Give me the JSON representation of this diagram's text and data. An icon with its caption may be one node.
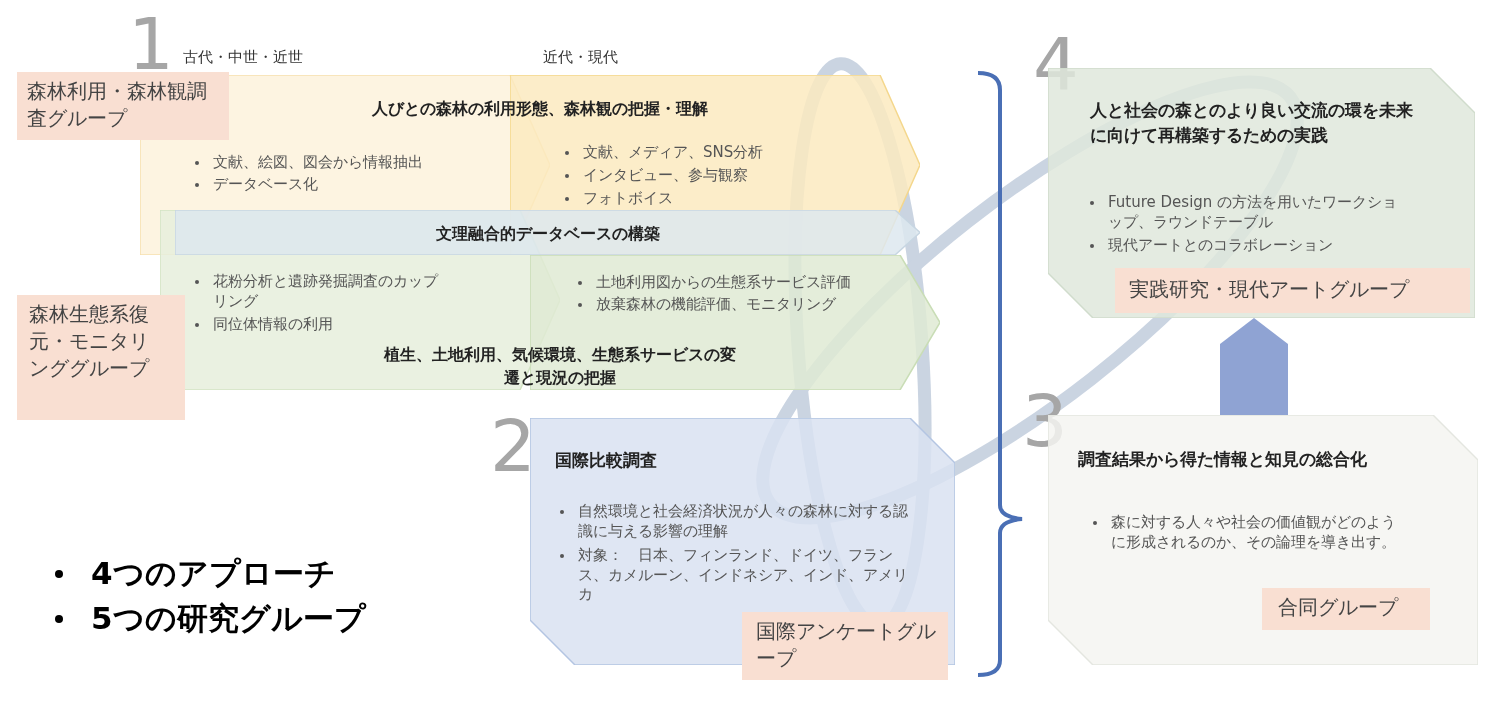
{
  "diagram": {
    "nodes": [
      {
        "text": [
          "文献、絵図、図会から情報抽出",
          "データベース化"
        ]
      },
      {
        "text": [
          "文献、メディア、SNS分析",
          "インタビュー、参与観察",
          "フォトボイス"
        ]
      },
      {
        "text": [
          "森林利用・森林観調査グループ"
        ]
      },
      {
        "text": [
          "花粉分析と遺跡発掘調査のカップリング",
          "同位体情報の利用"
        ]
      },
      {
        "text": [
          "土地利用図からの生態系サービス評価",
          "放棄森林の機能評価、モニタリング"
        ]
      },
      {
        "text": [
          "文理融合的データベースの構築"
        ]
      },
      {
        "text": [
          "森林生態系復元・モニタリンググループ"
        ]
      },
      {
        "text": [
          "国際比較調査",
          "自然環境と社会経済状況が人々の森林に対する認識に与える影響の理解",
          "対象：　日本、フィンランド、ドイツ、フランス、カメルーン、インドネシア、インド、アメリカ"
        ]
      },
      {
        "text": [
          "国際アンケートグループ"
        ]
      },
      {
        "text": [
          "人と社会の森とのより良い交流の環を未来に向けて再構築するための実践",
          "Future Design の方法を用いたワークショップ、ラウンドテーブル",
          "現代アートとのコラボレーション"
        ]
      },
      {
        "text": [
          "実践研究・現代アートグループ"
        ],
        "in": 9
      },
      {
        "text": [
          "調査結果から得た情報と知見の総合化",
          "森に対する人々や社会の価値観がどのように形成されるのか、その論理を導き出す。"
        ]
      },
      {
        "text": [
          "合同グループ"
        ],
        "in": 11
      }
    ],
    "edges": [
      {
        "from": 11,
        "to": 9,
        "arrow": "to",
        "style": "thick",
        "color": "#8fa3d3"
      }
    ],
    "labels": [
      "1",
      "古代・中世・近世",
      "近代・現代",
      "4",
      "人びとの森林の利用形態、森林観の把握・理解",
      "植生、土地利用、気候環境、生態系サービスの変遷と現況の把握",
      "2",
      "3",
      "4つのアプローチ",
      "5つの研究グループ"
    ]
  }
}
